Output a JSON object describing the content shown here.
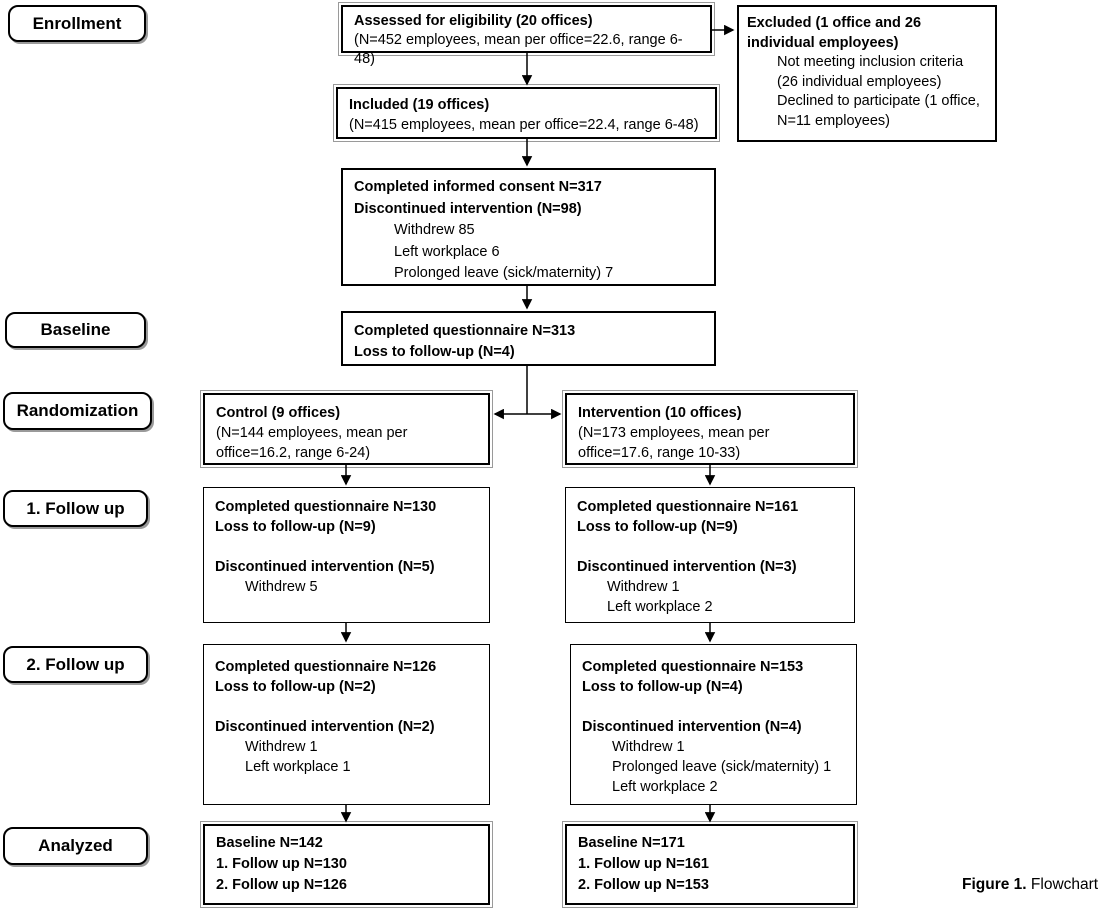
{
  "figure_caption": {
    "label": "Figure 1.",
    "text": " Flowchart"
  },
  "stage_labels": {
    "enrollment": "Enrollment",
    "baseline": "Baseline",
    "randomization": "Randomization",
    "followup1": "1. Follow up",
    "followup2": "2. Follow up",
    "analyzed": "Analyzed"
  },
  "boxes": {
    "assessed": {
      "title": "Assessed for eligibility (20 offices)",
      "subtitle": "(N=452 employees, mean per office=22.6, range 6-48)"
    },
    "excluded": {
      "title": "Excluded (1 office and 26 individual employees)",
      "items": [
        "Not meeting inclusion criteria",
        "(26 individual employees)",
        "Declined to participate (1 office,",
        "N=11 employees)"
      ]
    },
    "included": {
      "title": "Included (19 offices)",
      "subtitle": "(N=415 employees, mean per office=22.4, range 6-48)"
    },
    "consent": {
      "line1": "Completed informed consent N=317",
      "line2": "Discontinued intervention (N=98)",
      "items": [
        "Withdrew 85",
        "Left workplace 6",
        "Prolonged leave (sick/maternity) 7"
      ]
    },
    "baseline_questionnaire": {
      "line1": "Completed questionnaire N=313",
      "line2": "Loss to follow-up (N=4)"
    },
    "control": {
      "title": "Control (9 offices)",
      "subtitle": "(N=144 employees, mean per office=16.2, range 6-24)"
    },
    "intervention": {
      "title": "Intervention (10 offices)",
      "subtitle": "(N=173 employees, mean per office=17.6, range 10-33)"
    },
    "fu1_control": {
      "line1": "Completed questionnaire N=130",
      "line2": "Loss to follow-up (N=9)",
      "line3": "Discontinued intervention (N=5)",
      "items": [
        "Withdrew 5"
      ]
    },
    "fu1_intervention": {
      "line1": "Completed questionnaire N=161",
      "line2": "Loss to follow-up (N=9)",
      "line3": "Discontinued intervention (N=3)",
      "items": [
        "Withdrew 1",
        "Left workplace 2"
      ]
    },
    "fu2_control": {
      "line1": "Completed questionnaire N=126",
      "line2": "Loss to follow-up (N=2)",
      "line3": "Discontinued intervention (N=2)",
      "items": [
        "Withdrew 1",
        "Left workplace 1"
      ]
    },
    "fu2_intervention": {
      "line1": "Completed questionnaire N=153",
      "line2": "Loss to follow-up (N=4)",
      "line3": "Discontinued intervention (N=4)",
      "items": [
        "Withdrew 1",
        "Prolonged leave (sick/maternity) 1",
        "Left workplace 2"
      ]
    },
    "analyzed_control": {
      "lines": [
        "Baseline N=142",
        "1. Follow up N=130",
        "2. Follow up N=126"
      ]
    },
    "analyzed_intervention": {
      "lines": [
        "Baseline N=171",
        "1. Follow up N=161",
        "2. Follow up N=153"
      ]
    }
  },
  "colors": {
    "box_border": "#000000",
    "shadow_gray": "#9a9a9a",
    "background": "#ffffff",
    "text": "#000000"
  }
}
